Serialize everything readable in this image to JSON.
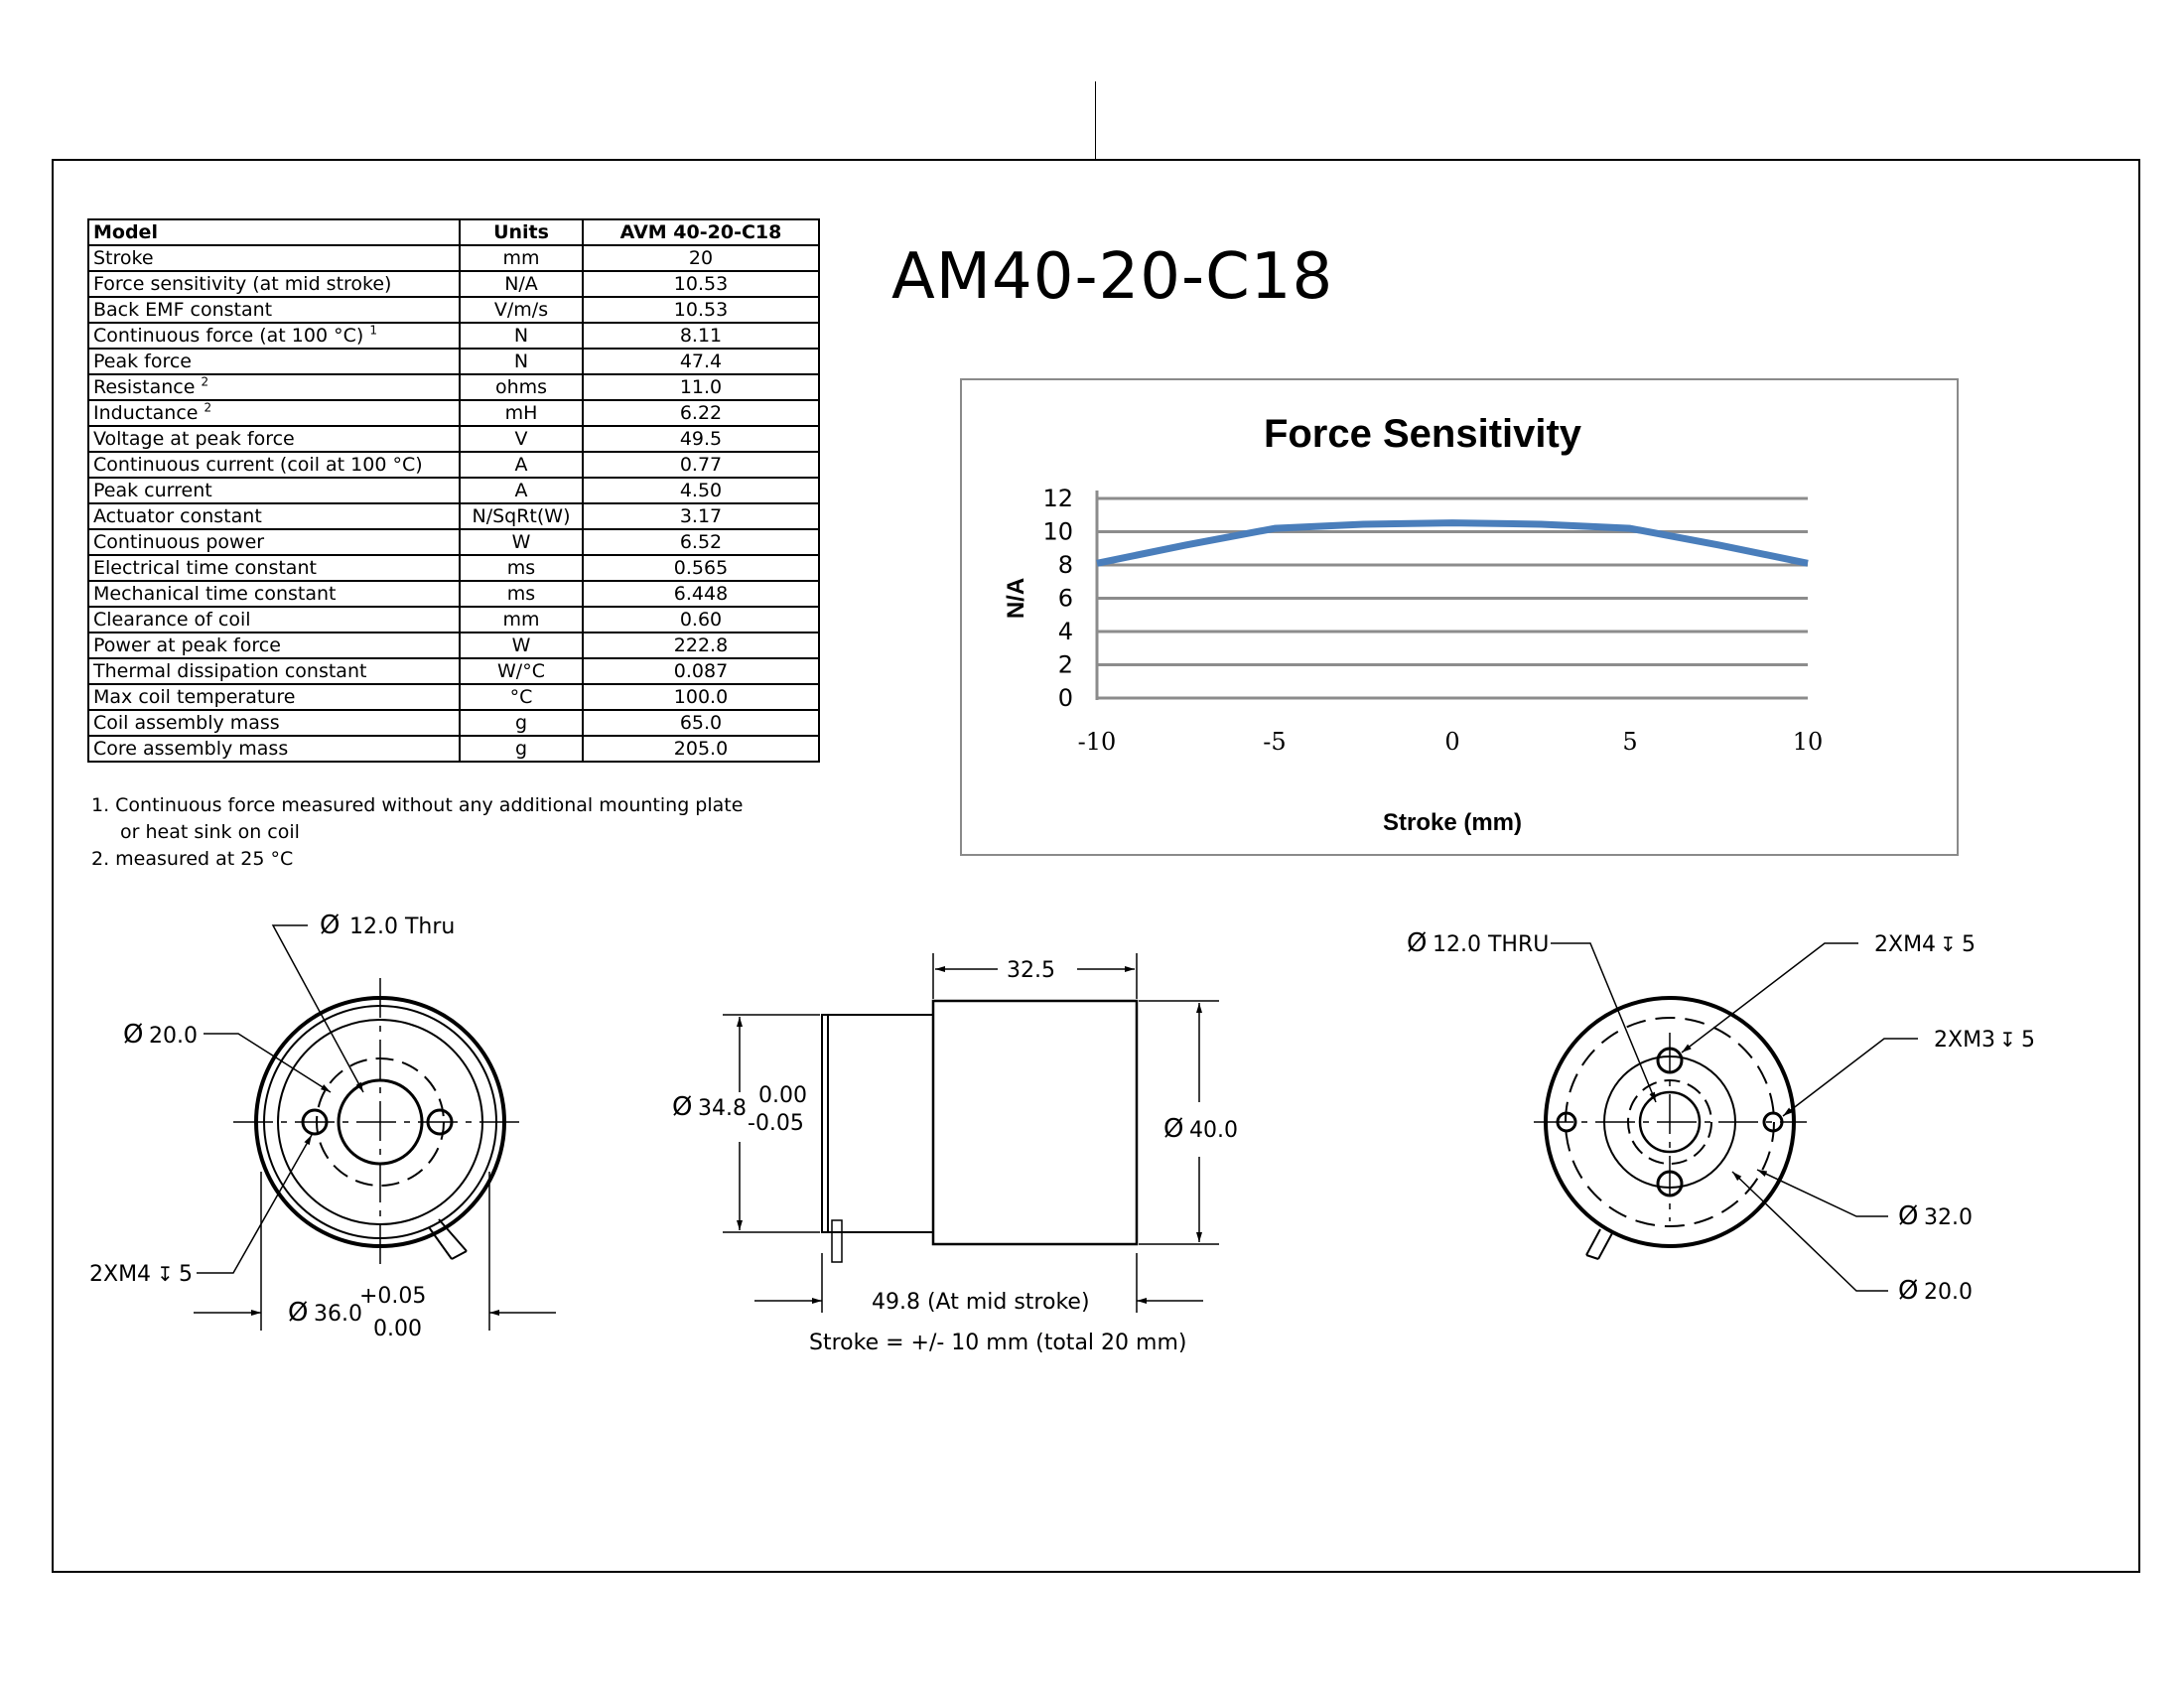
{
  "part_number": "AM40-20-C18",
  "specs": {
    "headers": [
      "Model",
      "Units",
      "AVM 40-20-C18"
    ],
    "rows": [
      {
        "param": "Stroke",
        "sup": "",
        "unit": "mm",
        "value": "20"
      },
      {
        "param": "Force sensitivity (at mid stroke)",
        "sup": "",
        "unit": "N/A",
        "value": "10.53"
      },
      {
        "param": "Back EMF constant",
        "sup": "",
        "unit": "V/m/s",
        "value": "10.53"
      },
      {
        "param": "Continuous force (at 100 °C)",
        "sup": "1",
        "unit": "N",
        "value": "8.11"
      },
      {
        "param": "Peak force",
        "sup": "",
        "unit": "N",
        "value": "47.4"
      },
      {
        "param": "Resistance",
        "sup": "2",
        "unit": "ohms",
        "value": "11.0"
      },
      {
        "param": "Inductance",
        "sup": "2",
        "unit": "mH",
        "value": "6.22"
      },
      {
        "param": "Voltage at peak force",
        "sup": "",
        "unit": "V",
        "value": "49.5"
      },
      {
        "param": "Continuous current (coil at 100 °C)",
        "sup": "",
        "unit": "A",
        "value": "0.77"
      },
      {
        "param": "Peak current",
        "sup": "",
        "unit": "A",
        "value": "4.50"
      },
      {
        "param": "Actuator constant",
        "sup": "",
        "unit": "N/SqRt(W)",
        "value": "3.17"
      },
      {
        "param": "Continuous power",
        "sup": "",
        "unit": "W",
        "value": "6.52"
      },
      {
        "param": "Electrical time constant",
        "sup": "",
        "unit": "ms",
        "value": "0.565"
      },
      {
        "param": "Mechanical time constant",
        "sup": "",
        "unit": "ms",
        "value": "6.448"
      },
      {
        "param": "Clearance of coil",
        "sup": "",
        "unit": "mm",
        "value": "0.60"
      },
      {
        "param": "Power at peak force",
        "sup": "",
        "unit": "W",
        "value": "222.8"
      },
      {
        "param": "Thermal dissipation constant",
        "sup": "",
        "unit": "W/°C",
        "value": "0.087"
      },
      {
        "param": "Max coil temperature",
        "sup": "",
        "unit": "°C",
        "value": "100.0"
      },
      {
        "param": "Coil assembly mass",
        "sup": "",
        "unit": "g",
        "value": "65.0"
      },
      {
        "param": "Core assembly mass",
        "sup": "",
        "unit": "g",
        "value": "205.0"
      }
    ]
  },
  "notes": {
    "note1_line1": "1. Continuous force measured without any additional mounting plate",
    "note1_line2": "or heat sink on coil",
    "note2": "2. measured at 25 °C"
  },
  "chart_data": {
    "type": "line",
    "title": "Force Sensitivity",
    "xlabel": "Stroke (mm)",
    "ylabel": "N/A",
    "xlim": [
      -10,
      10
    ],
    "ylim": [
      0,
      12
    ],
    "xticks": [
      -10,
      -5,
      0,
      5,
      10
    ],
    "yticks": [
      0,
      2,
      4,
      6,
      8,
      10,
      12
    ],
    "grid": true,
    "series": [
      {
        "name": "",
        "color": "#4a7ebb",
        "x": [
          -10,
          -7.5,
          -5,
          -2.5,
          0,
          2.5,
          5,
          7.5,
          10
        ],
        "y": [
          8.1,
          9.2,
          10.2,
          10.45,
          10.53,
          10.45,
          10.2,
          9.2,
          8.1
        ]
      }
    ]
  },
  "drawing": {
    "left_view": {
      "thru": "12.0 Thru",
      "d20": "20.0",
      "tap": "2XM4",
      "tap_depth": "5",
      "d36": "36.0",
      "tol_plus": "+0.05",
      "tol_zero": "0.00"
    },
    "side_view": {
      "width": "32.5",
      "d34": "34.8",
      "tol_top": "0.00",
      "tol_bottom": "-0.05",
      "d40": "40.0",
      "length": "49.8 (At mid stroke)",
      "stroke": "Stroke = +/- 10 mm (total 20 mm)"
    },
    "right_view": {
      "thru": "12.0 THRU",
      "tap_m4": "2XM4",
      "tap_m4_depth": "5",
      "tap_m3": "2XM3",
      "tap_m3_depth": "5",
      "d32": "32.0",
      "d20": "20.0"
    }
  }
}
